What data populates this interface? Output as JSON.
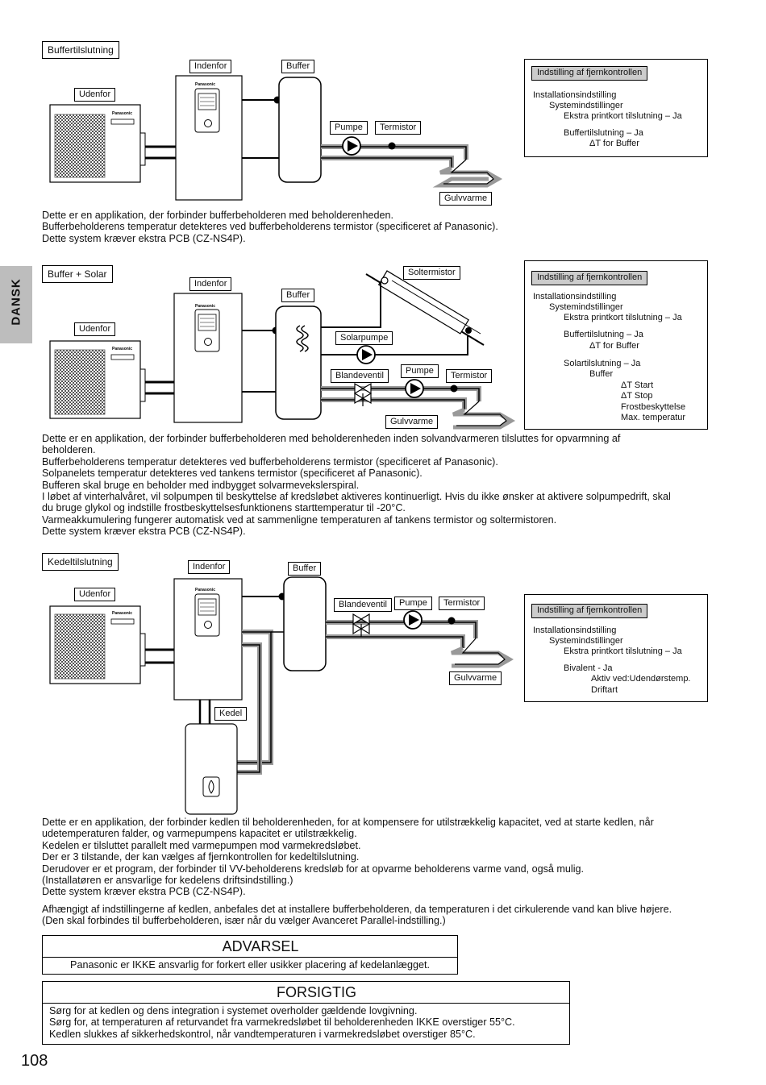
{
  "side_tab": "DANSK",
  "page_number": "108",
  "section1": {
    "title": "Buffertilslutning",
    "labels": {
      "indoor": "Indenfor",
      "buffer": "Buffer",
      "outdoor": "Udenfor",
      "pump": "Pumpe",
      "thermistor": "Termistor",
      "floor": "Gulvvarme"
    },
    "brand": "Panasonic",
    "panel": {
      "header": "Indstilling af fjernkontrollen",
      "lines": [
        "Installationsindstilling",
        "Systemindstillinger",
        "Ekstra printkort tilslutning – Ja",
        "Buffertilslutning – Ja",
        "ΔT for Buffer"
      ]
    },
    "text": [
      "Dette er en applikation, der forbinder bufferbeholderen med beholderenheden.",
      "Bufferbeholderens temperatur detekteres ved bufferbeholderens termistor (specificeret af Panasonic).",
      "Dette system kræver ekstra PCB (CZ-NS4P)."
    ]
  },
  "section2": {
    "title": "Buffer + Solar",
    "labels": {
      "indoor": "Indenfor",
      "buffer": "Buffer",
      "outdoor": "Udenfor",
      "solar_thermistor": "Soltermistor",
      "solar_pump": "Solarpumpe",
      "mixing_valve": "Blandeventil",
      "pump": "Pumpe",
      "thermistor": "Termistor",
      "floor": "Gulvvarme"
    },
    "brand": "Panasonic",
    "panel": {
      "header": "Indstilling af fjernkontrollen",
      "lines": [
        "Installationsindstilling",
        "Systemindstillinger",
        "Ekstra printkort tilslutning – Ja",
        "Buffertilslutning – Ja",
        "ΔT for Buffer",
        "Solartilslutning – Ja",
        "Buffer",
        "ΔT Start",
        "ΔT Stop",
        "Frostbeskyttelse",
        "Max. temperatur"
      ]
    },
    "text": [
      "Dette er en applikation, der forbinder bufferbeholderen med beholderenheden inden solvandvarmeren tilsluttes for opvarmning af",
      "beholderen.",
      "Bufferbeholderens temperatur detekteres ved bufferbeholderens termistor (specificeret af Panasonic).",
      "Solpanelets temperatur detekteres ved tankens termistor (specificeret af Panasonic).",
      "Bufferen skal bruge en beholder med indbygget solvarmeveksler­spiral.",
      "I løbet af vinterhalvåret, vil solpumpen til beskyttelse af kredsløbet aktiveres kontinuerligt. Hvis du ikke ønsker at aktivere solpumpedrift, skal",
      "du bruge glykol og indstille frostbeskyttelsesfunktionens starttemperatur til -20°C.",
      "Varmeakkumulering fungerer automatisk ved at sammenligne temperaturen af tankens termistor og soltermistoren.",
      "Dette system kræver ekstra PCB (CZ-NS4P)."
    ]
  },
  "section3": {
    "title": "Kedeltilslutning",
    "labels": {
      "indoor": "Indenfor",
      "buffer": "Buffer",
      "outdoor": "Udenfor",
      "mixing_valve": "Blandeventil",
      "pump": "Pumpe",
      "thermistor": "Termistor",
      "floor": "Gulvvarme",
      "boiler": "Kedel"
    },
    "brand": "Panasonic",
    "panel": {
      "header": "Indstilling af fjernkontrollen",
      "lines": [
        "Installationsindstilling",
        "Systemindstillinger",
        "Ekstra printkort tilslutning – Ja",
        "Bivalent - Ja",
        "Aktiv ved:Udendørstemp.",
        "Driftart"
      ]
    },
    "text": [
      "Dette er en applikation, der forbinder kedlen til beholderenheden, for at kompensere for utilstrækkelig kapacitet, ved at starte kedlen, når",
      "udetemperaturen falder, og varmepumpens kapacitet er utilstrækkelig.",
      "Kedelen er tilsluttet parallelt med varmepumpen mod varmekredsløbet.",
      "Der er 3 tilstande, der kan vælges af fjernkontrollen for kedeltilslutning.",
      "Derudover er et program, der forbinder til VV-beholderens kredsløb for at opvarme beholderens varme vand, også mulig.",
      "(Installatøren er ansvarlige for kedelens driftsindstilling.)",
      "Dette system kræver ekstra PCB (CZ-NS4P)."
    ],
    "text2": [
      "Afhængigt af indstillingerne af kedlen, anbefales det at installere bufferbeholderen, da temperaturen i det cirkulerende vand kan blive højere.",
      "(Den skal forbindes til bufferbeholderen, især når du vælger Avanceret Parallel-indstilling.)"
    ]
  },
  "warning": {
    "title": "ADVARSEL",
    "lines": [
      "Panasonic er IKKE ansvarlig for forkert eller usikker placering af kedelanlægget."
    ]
  },
  "caution": {
    "title": "FORSIGTIG",
    "lines": [
      "Sørg for at kedlen og dens integration i systemet overholder gældende lovgivning.",
      "Sørg for, at temperaturen af returvandet fra varmekredsløbet til beholderenheden IKKE overstiger 55°C.",
      "Kedlen slukkes af sikkerhedskontrol, når vandtemperaturen i varmekredsløbet overstiger 85°C."
    ]
  }
}
